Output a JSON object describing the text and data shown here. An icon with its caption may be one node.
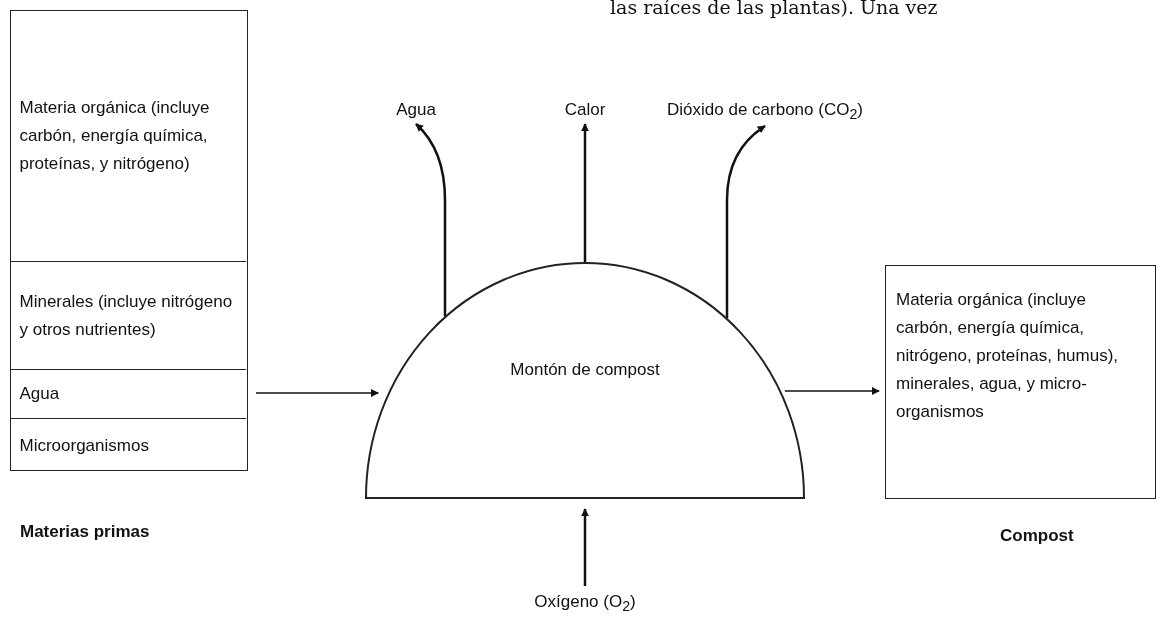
{
  "diagram": {
    "nodes": [
      {
        "text": [],
        "shape": "box",
        "beside": [
          "Materias primas"
        ]
      },
      {
        "text": [
          "Materia orgánica (incluye carbón, energía química, proteínas, y nitrógeno)"
        ],
        "in": 0
      },
      {
        "text": [
          "Minerales (incluye nitrógeno y otros nutrientes)"
        ],
        "in": 0
      },
      {
        "text": [
          "Agua"
        ],
        "in": 0
      },
      {
        "text": [
          "Microorganismos"
        ],
        "in": 0
      },
      {
        "text": [
          "Montón de compost"
        ]
      },
      {
        "text": [
          "Materia orgánica (incluye carbón, energía química, nitrógeno, proteínas, humus), minerales, agua, y micro- organismos"
        ],
        "beside": [
          "Compost"
        ]
      },
      {
        "text": [
          "Agua"
        ]
      },
      {
        "text": [
          "Calor"
        ]
      },
      {
        "text": [
          "Dióxido de carbono (CO$_{2}$)"
        ]
      },
      {
        "text": [
          "Oxígeno (O$_{2}$)"
        ]
      }
    ],
    "edges": [
      {
        "from": 0,
        "to": 5,
        "arrow": "to"
      },
      {
        "from": 5,
        "to": 6,
        "arrow": "to"
      },
      {
        "from": 5,
        "to": 7,
        "arrow": "to"
      },
      {
        "from": 5,
        "to": 8,
        "arrow": "to"
      },
      {
        "from": 5,
        "to": 9,
        "arrow": "to"
      },
      {
        "from": 10,
        "to": 5,
        "arrow": "to"
      }
    ],
    "labels": [
      "las raíces de las plantas). Una vez"
    ]
  }
}
